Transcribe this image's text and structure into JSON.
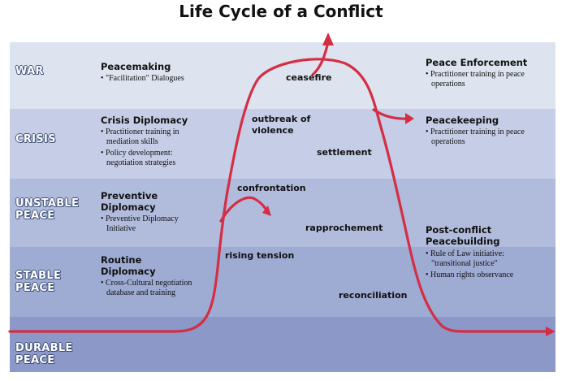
{
  "title": "Life Cycle of a Conflict",
  "bands": [
    {
      "label": "WAR"
    },
    {
      "label": "CRISIS"
    },
    {
      "label": "UNSTABLE\nPEACE"
    },
    {
      "label": "STABLE\nPEACE"
    },
    {
      "label": "DURABLE\nPEACE"
    }
  ],
  "colors": {
    "war": "#dde4ef",
    "crisis": "#c6cde6",
    "unstable": "#b1bbdc",
    "stable": "#9eabd3",
    "durable": "#8b98c8",
    "curve": "#d42e45"
  },
  "left_activities": {
    "peacemaking": {
      "title": "Peacemaking",
      "bullets": [
        "• \"Facilitation\" Dialogues"
      ]
    },
    "crisis_diplomacy": {
      "title": "Crisis Diplomacy",
      "bullets": [
        "• Practitioner training in mediation skills",
        "• Policy development: negotiation strategies"
      ]
    },
    "preventive": {
      "title": "Preventive Diplomacy",
      "bullets": [
        "• Preventive Diplomacy Initiative"
      ]
    },
    "routine": {
      "title": "Routine Diplomacy",
      "bullets": [
        "• Cross-Cultural negotiation database and training"
      ]
    }
  },
  "right_activities": {
    "enforcement": {
      "title": "Peace Enforcement",
      "bullets": [
        "• Practitioner training in peace operations"
      ]
    },
    "keeping": {
      "title": "Peacekeeping",
      "bullets": [
        "• Practitioner training in peace operations"
      ]
    },
    "building": {
      "title": "Post-conflict Peacebuilding",
      "bullets": [
        "• Rule of Law initiative: \"transitional justice\"",
        "• Human rights observance"
      ]
    }
  },
  "stages": {
    "ceasefire": "ceasefire",
    "outbreak": "outbreak of violence",
    "settlement": "settlement",
    "confrontation": "confrontation",
    "rapprochement": "rapprochement",
    "rising": "rising tension",
    "reconciliation": "reconciliation"
  }
}
